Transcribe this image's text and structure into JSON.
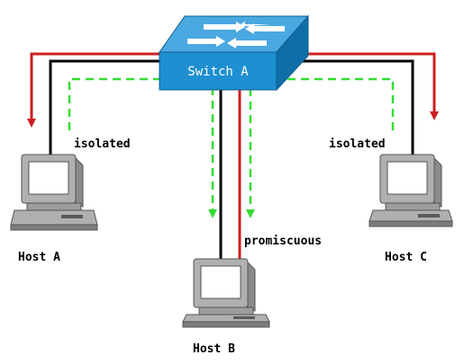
{
  "diagram": {
    "switch": {
      "label": "Switch A"
    },
    "hosts": [
      {
        "id": "host-a",
        "label": "Host A",
        "port_type": "isolated"
      },
      {
        "id": "host-b",
        "label": "Host B",
        "port_type": "promiscuous"
      },
      {
        "id": "host-c",
        "label": "Host C",
        "port_type": "isolated"
      }
    ]
  },
  "colors": {
    "cable": "#000000",
    "red_flow": "#cc1f1f",
    "green_flow": "#33dd33",
    "switch_top": "#4aa8e0",
    "switch_front": "#1e8fd0",
    "switch_side": "#0f6ea8",
    "pc_case": "#b0b0b0",
    "pc_dark": "#5a5a5a",
    "screen": "#ffffff"
  }
}
